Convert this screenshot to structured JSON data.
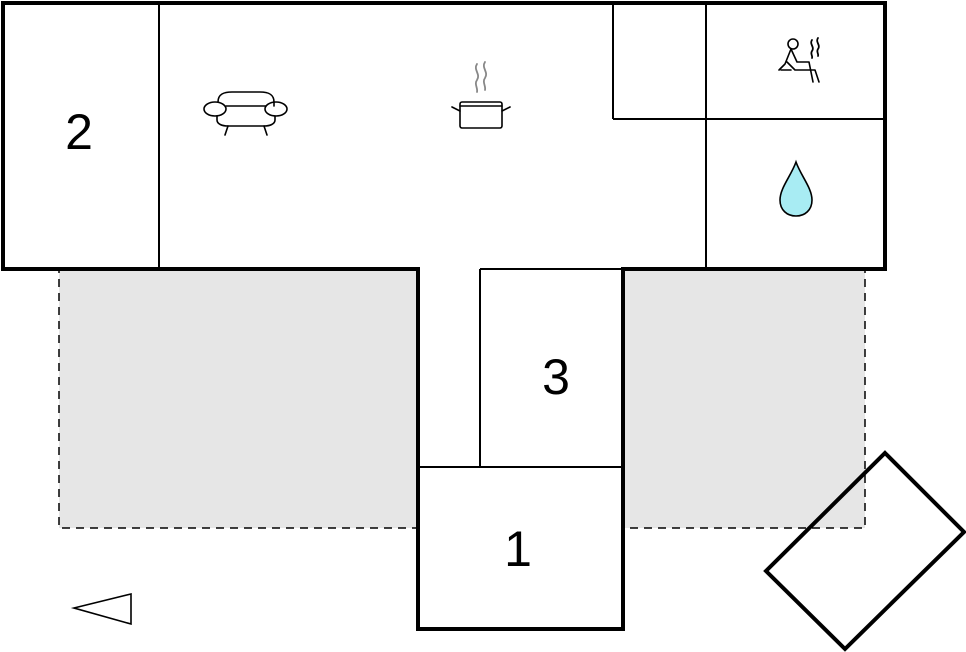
{
  "rooms": {
    "room_1": {
      "label": "1"
    },
    "room_2": {
      "label": "2"
    },
    "room_3": {
      "label": "3"
    }
  },
  "icons": {
    "living": "sofa-icon",
    "kitchen": "cooking-pot-icon",
    "sauna": "sauna-icon",
    "bathroom": "water-drop-icon",
    "compass": "north-arrow-icon"
  },
  "colors": {
    "terrace": "#e6e6e6",
    "water": "#a8ecf3"
  }
}
